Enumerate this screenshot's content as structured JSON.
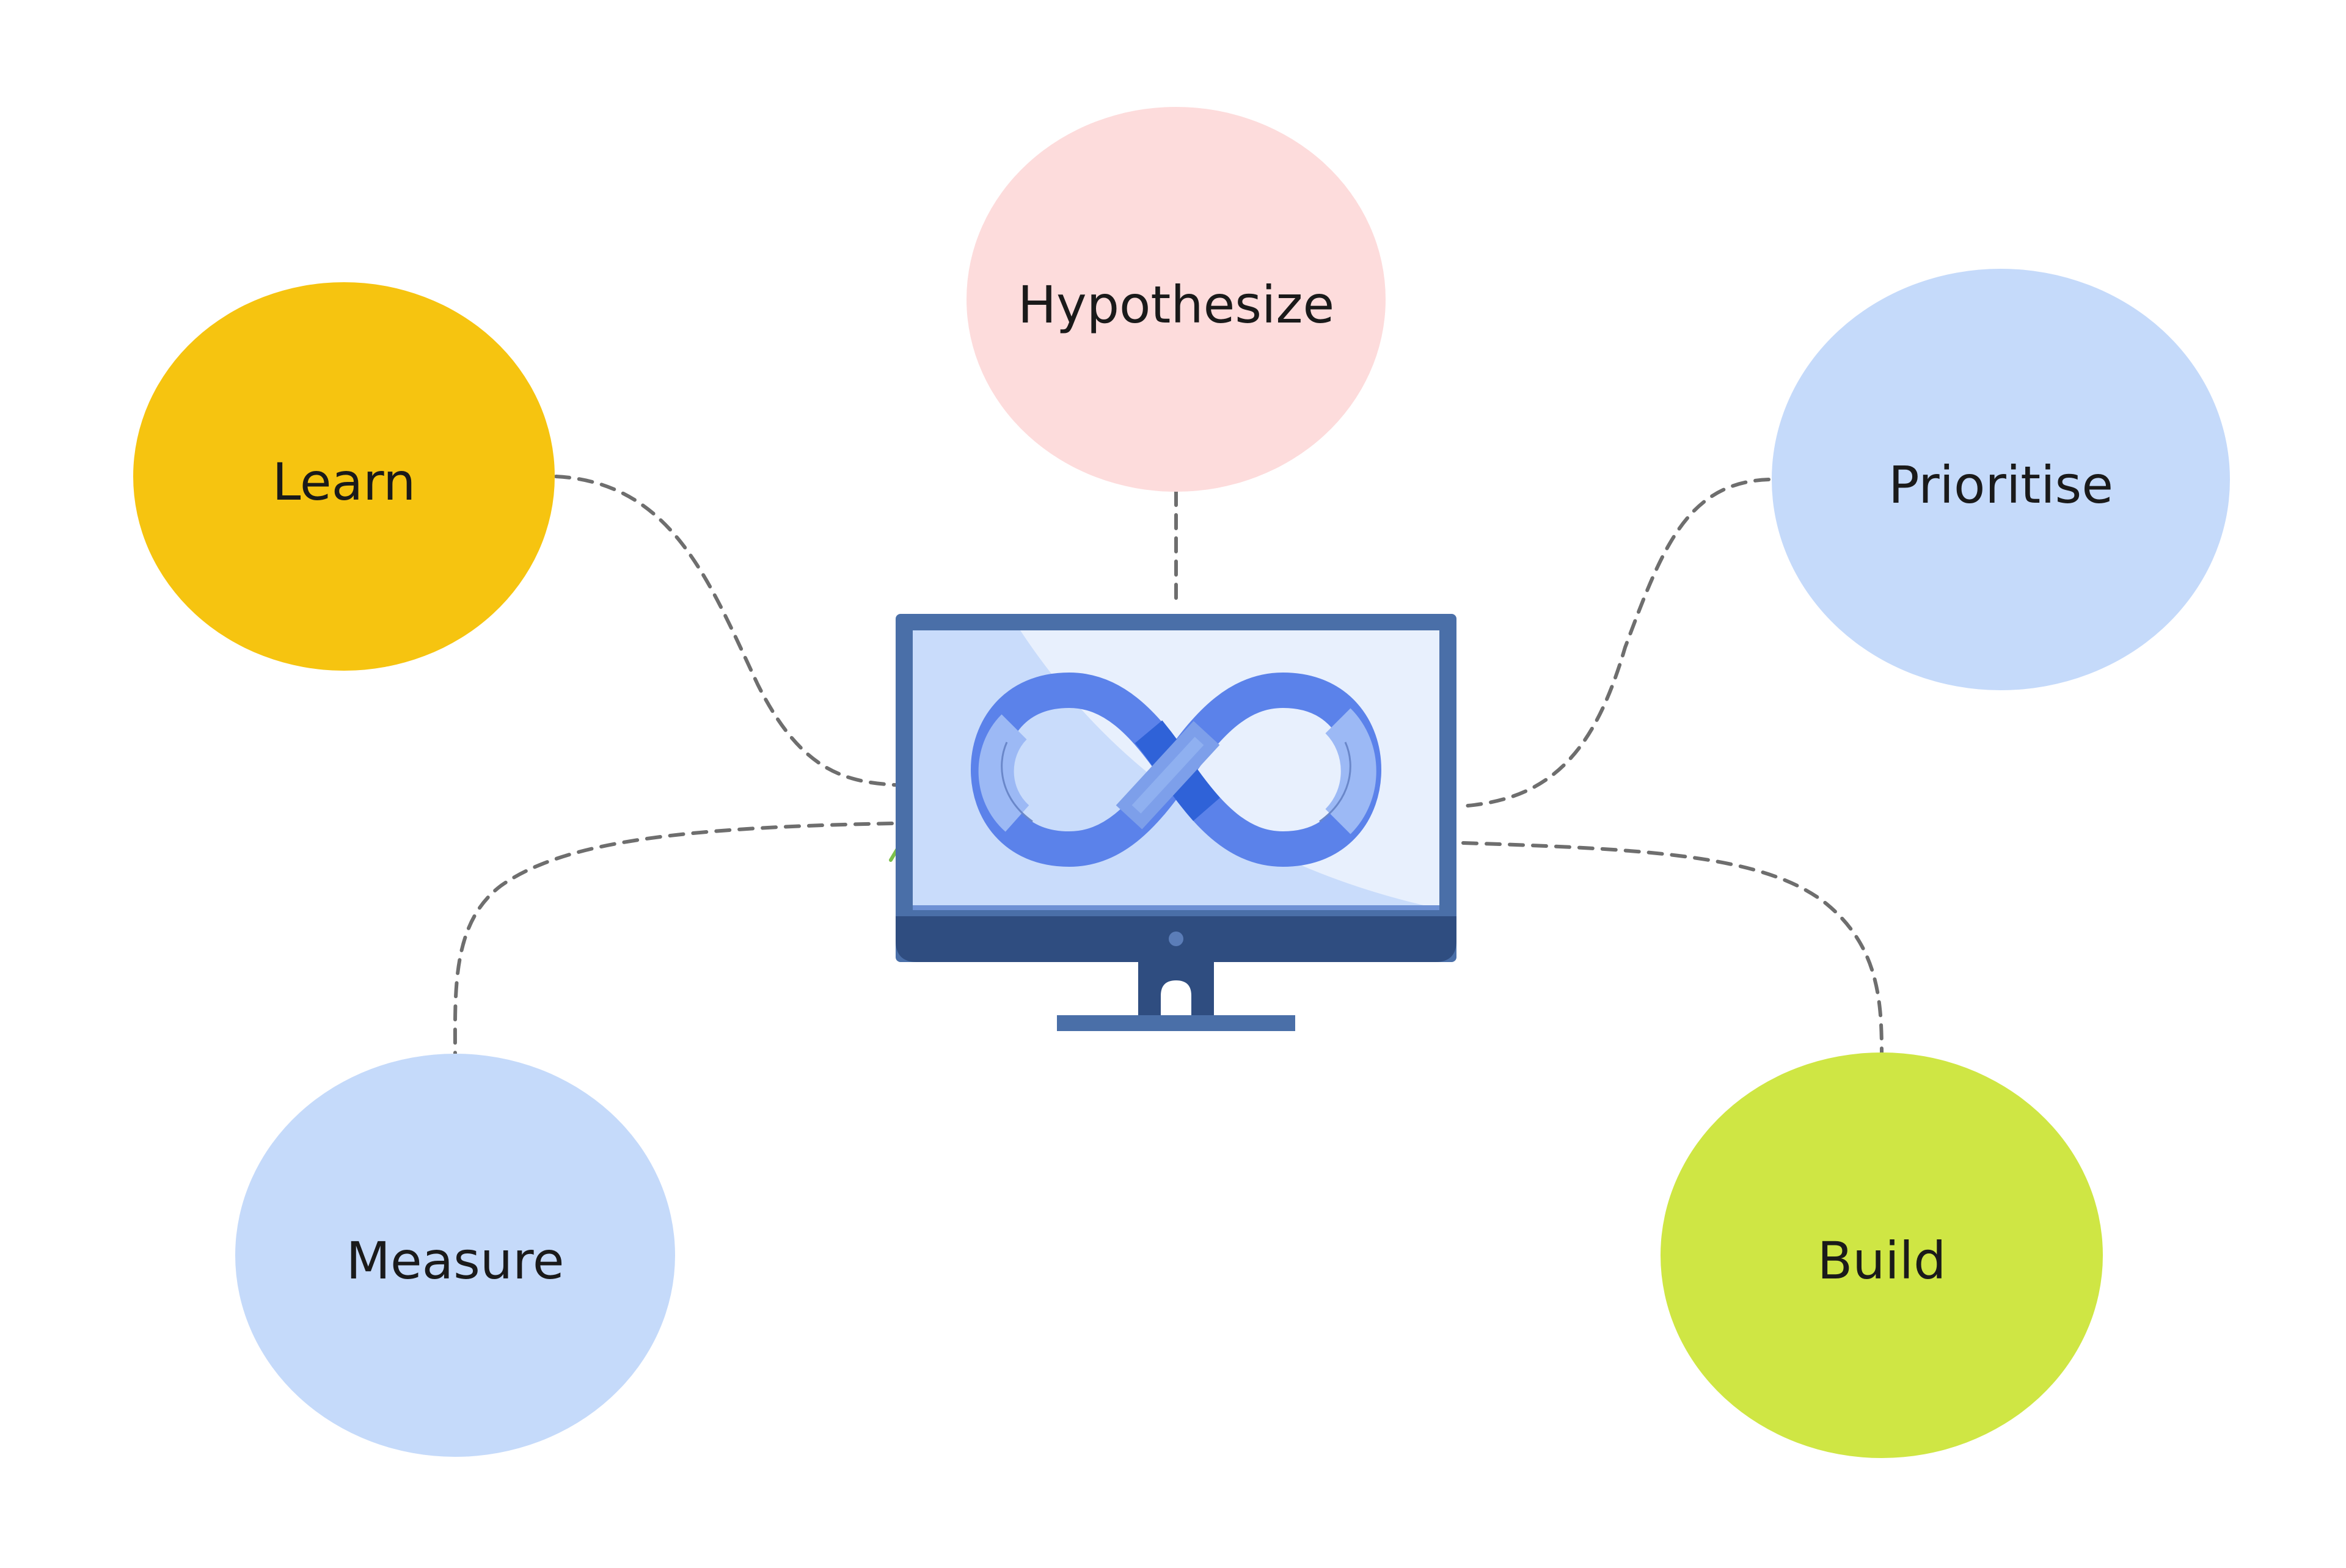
{
  "diagram": {
    "center": {
      "icon": "monitor-infinity-icon"
    },
    "nodes": [
      {
        "key": "hypothesize",
        "label": "Hypothesize",
        "color": "#FDDCDC"
      },
      {
        "key": "learn",
        "label": "Learn",
        "color": "#F6C410"
      },
      {
        "key": "prioritise",
        "label": "Prioritise",
        "color": "#C5DAFA"
      },
      {
        "key": "measure",
        "label": "Measure",
        "color": "#C5DAFA"
      },
      {
        "key": "build",
        "label": "Build",
        "color": "#CFE644"
      }
    ],
    "colors": {
      "connector": "#6E6E6E",
      "monitor_frame": "#4A6FA8",
      "monitor_base": "#2F4D80",
      "screen_bg": "#C9DCFB",
      "infinity_blue": "#5B82EA",
      "infinity_dark": "#2F62D8",
      "infinity_light": "#9CB9F5"
    }
  }
}
